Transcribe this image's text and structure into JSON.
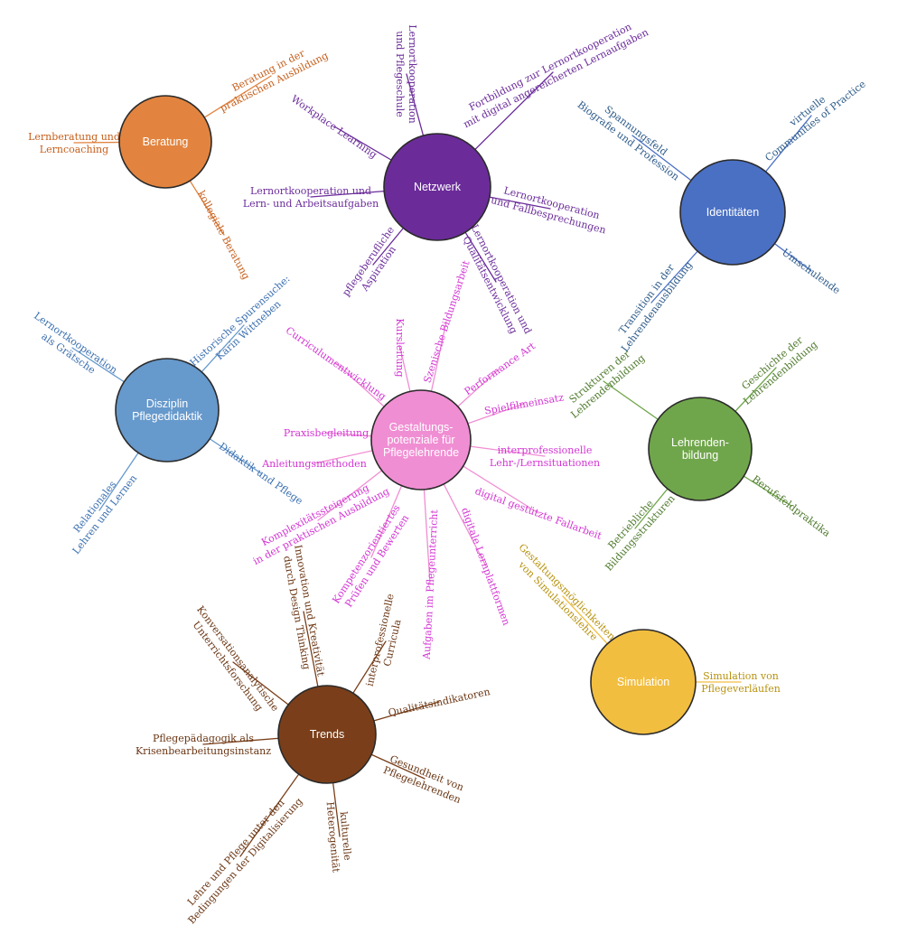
{
  "colors": {
    "beratung": "#E2843F",
    "netzwerk": "#6B2C9A",
    "identitaeten": "#4A70C4",
    "disziplin": "#6699CC",
    "center": "#F08ED3",
    "lehrenden": "#70A64B",
    "simulation": "#F2BE40",
    "trends": "#7A3F1A",
    "beratung_text": "#C65F1C",
    "netzwerk_text": "#6B2C9A",
    "identitaeten_text": "#2D5B8A",
    "disziplin_text": "#3A6FB0",
    "center_text": "#D335D3",
    "lehrenden_text": "#4E7A2B",
    "simulation_text": "#B8920E",
    "trends_text": "#6A3513"
  },
  "nodes": {
    "beratung": [
      "Beratung"
    ],
    "netzwerk": [
      "Netzwerk"
    ],
    "identitaeten": [
      "Identitäten"
    ],
    "disziplin": [
      "Disziplin",
      "Pflegedidaktik"
    ],
    "center": [
      "Gestaltungs-",
      "potenziale für",
      "Pflegelehrende"
    ],
    "lehrenden": [
      "Lehrenden-",
      "bildung"
    ],
    "simulation": [
      "Simulation"
    ],
    "trends": [
      "Trends"
    ]
  },
  "labels": {
    "beratung": [
      [
        "Beratung in der",
        "praktischen Ausbildung"
      ],
      [
        "Lernberatung und",
        "Lerncoaching"
      ],
      [
        "kollegiale Beratung"
      ]
    ],
    "netzwerk": [
      [
        "Lernortkooperation",
        "und Pflegeschule"
      ],
      [
        "Fortbildung zur Lernortkooperation",
        "mit digital angereicherten Lernaufgaben"
      ],
      [
        "Workplace Learning"
      ],
      [
        "Lernortkooperation und",
        "Lern- und Arbeitsaufgaben"
      ],
      [
        "Lernortkooperation",
        "und Fallbesprechungen"
      ],
      [
        "pflegeberufliche",
        "Aspiration"
      ],
      [
        "Lernortkooperation und",
        "Qualitätsentwicklung"
      ]
    ],
    "identitaeten": [
      [
        "Spannungsfeld",
        "Biografie und Profession"
      ],
      [
        "virtuelle",
        "Communities of Practice"
      ],
      [
        "Transition in der",
        "Lehrendenausbildung"
      ],
      [
        "Umschulende"
      ]
    ],
    "disziplin": [
      [
        "Historische Spurensuche:",
        "Karin Wittneben"
      ],
      [
        "Lernortkooperation",
        "als Grätsche"
      ],
      [
        "Didaktik und Pflege"
      ],
      [
        "Relationales",
        "Lehren und Lernen"
      ]
    ],
    "center": [
      [
        "Curriculumentwicklung"
      ],
      [
        "Kursleitung"
      ],
      [
        "Szenische Bildungsarbeit"
      ],
      [
        "Performance Art"
      ],
      [
        "Spielfilmeinsatz"
      ],
      [
        "Praxisbegleitung"
      ],
      [
        "interprofessionelle",
        "Lehr-/Lernsituationen"
      ],
      [
        "Anleitungsmethoden"
      ],
      [
        "digital gestützte Fallarbeit"
      ],
      [
        "Komplexitätssteigerung",
        "in der praktischen Ausbildung"
      ],
      [
        "Kompetenzorientiertes",
        "Prüfen und Bewerten"
      ],
      [
        "Aufgaben im Pflegeunterricht"
      ],
      [
        "digitale Lernplattformen"
      ]
    ],
    "lehrenden": [
      [
        "Strukturen der",
        "Lehrendenbildung"
      ],
      [
        "Geschichte der",
        "Lehrendenbildung"
      ],
      [
        "Betriebliche",
        "Bildungsstrukturen"
      ],
      [
        "Berufsfeldpraktika"
      ]
    ],
    "simulation": [
      [
        "Gestaltungsmöglichkeiten",
        "von Simulationslehre"
      ],
      [
        "Simulation von",
        "Pflegeverläufen"
      ]
    ],
    "trends": [
      [
        "Innovation und Kreativität",
        "durch Design Thinking"
      ],
      [
        "interprofessionelle",
        "Curricula"
      ],
      [
        "Konversationsanalytische",
        "Unterrichtsforschung"
      ],
      [
        "Qualitätsindikatoren"
      ],
      [
        "Pflegepädagogik als",
        "Krisenbearbeitungsinstanz"
      ],
      [
        "Gesundheit von",
        "Pflegelehrenden"
      ],
      [
        "Lehre und Pflege unter den",
        "Bedingungen der Digitalisierung"
      ],
      [
        "kulturelle",
        "Heterogenität"
      ]
    ]
  }
}
